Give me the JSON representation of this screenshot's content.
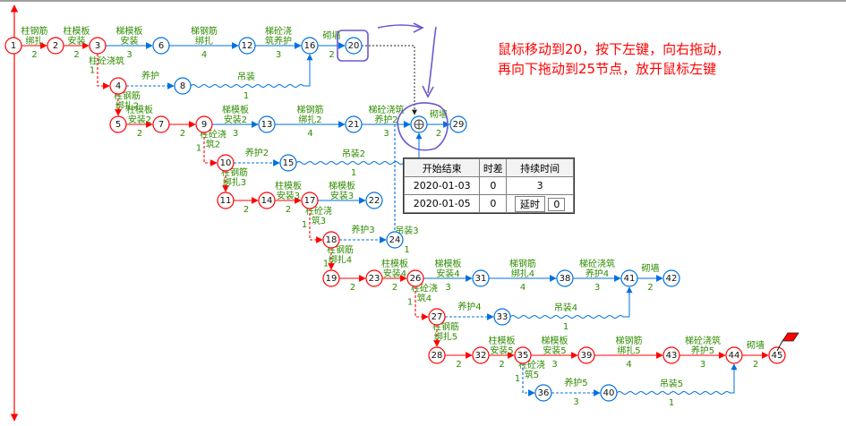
{
  "instruction": {
    "line1": "鼠标移动到20，按下左键，向右拖动，",
    "line2": "再向下拖动到25节点，放开鼠标左键"
  },
  "popup": {
    "headers": [
      "开始结束",
      "时差",
      "持续时间"
    ],
    "row1": {
      "date": "2020-01-03",
      "slack": "0",
      "duration": "3"
    },
    "row2": {
      "date": "2020-01-05",
      "slack": "0",
      "delay_label": "延时",
      "delay_value": "0"
    }
  },
  "colors": {
    "critical": "#ff0000",
    "normal": "#0070e0",
    "label": "#2e8b00",
    "sketch": "#6a5acd"
  },
  "nodes": [
    {
      "id": "1",
      "critical": true
    },
    {
      "id": "2",
      "critical": true
    },
    {
      "id": "3",
      "critical": true
    },
    {
      "id": "4",
      "critical": true
    },
    {
      "id": "5",
      "critical": true
    },
    {
      "id": "6",
      "critical": false
    },
    {
      "id": "7",
      "critical": true
    },
    {
      "id": "8",
      "critical": false
    },
    {
      "id": "9",
      "critical": true
    },
    {
      "id": "10",
      "critical": true
    },
    {
      "id": "11",
      "critical": true
    },
    {
      "id": "12",
      "critical": false
    },
    {
      "id": "13",
      "critical": false
    },
    {
      "id": "14",
      "critical": true
    },
    {
      "id": "15",
      "critical": false
    },
    {
      "id": "16",
      "critical": false
    },
    {
      "id": "17",
      "critical": true
    },
    {
      "id": "18",
      "critical": true
    },
    {
      "id": "19",
      "critical": true
    },
    {
      "id": "20",
      "critical": false
    },
    {
      "id": "21",
      "critical": false
    },
    {
      "id": "22",
      "critical": false
    },
    {
      "id": "23",
      "critical": true
    },
    {
      "id": "24",
      "critical": false
    },
    {
      "id": "25",
      "critical": false
    },
    {
      "id": "26",
      "critical": true
    },
    {
      "id": "27",
      "critical": true
    },
    {
      "id": "28",
      "critical": true
    },
    {
      "id": "29",
      "critical": false
    },
    {
      "id": "31",
      "critical": false
    },
    {
      "id": "32",
      "critical": true
    },
    {
      "id": "33",
      "critical": false
    },
    {
      "id": "35",
      "critical": true
    },
    {
      "id": "36",
      "critical": false
    },
    {
      "id": "38",
      "critical": false
    },
    {
      "id": "39",
      "critical": true
    },
    {
      "id": "40",
      "critical": false
    },
    {
      "id": "41",
      "critical": false
    },
    {
      "id": "42",
      "critical": false
    },
    {
      "id": "43",
      "critical": true
    },
    {
      "id": "44",
      "critical": true
    },
    {
      "id": "45",
      "critical": true
    }
  ],
  "tasks": [
    {
      "from": "1",
      "to": "2",
      "name": "柱钢筋绑扎",
      "duration": "2",
      "kind": "critical"
    },
    {
      "from": "2",
      "to": "3",
      "name": "柱模板安装",
      "duration": "2",
      "kind": "critical"
    },
    {
      "from": "3",
      "to": "6",
      "name": "梯模板安装",
      "duration": "3",
      "kind": "normal"
    },
    {
      "from": "6",
      "to": "12",
      "name": "梯钢筋绑扎",
      "duration": "4",
      "kind": "normal"
    },
    {
      "from": "12",
      "to": "16",
      "name": "梯砼浇筑养护",
      "duration": "3",
      "kind": "normal"
    },
    {
      "from": "16",
      "to": "20",
      "name": "砌墙",
      "duration": "2",
      "kind": "normal"
    },
    {
      "from": "3",
      "to": "4",
      "name": "柱砼浇筑",
      "duration": "1",
      "kind": "critical"
    },
    {
      "from": "4",
      "to": "8",
      "name": "养护",
      "duration": "",
      "kind": "dummy"
    },
    {
      "from": "8",
      "to": "16",
      "name": "吊装",
      "duration": "1",
      "kind": "wavy"
    },
    {
      "from": "4",
      "to": "5",
      "name": "柱钢筋绑扎2",
      "duration": "",
      "kind": "critical"
    },
    {
      "from": "5",
      "to": "7",
      "name": "柱模板安装2",
      "duration": "2",
      "kind": "critical"
    },
    {
      "from": "7",
      "to": "9",
      "name": "",
      "duration": "2",
      "kind": "critical"
    },
    {
      "from": "9",
      "to": "13",
      "name": "梯模板安装2",
      "duration": "3",
      "kind": "normal"
    },
    {
      "from": "13",
      "to": "21",
      "name": "梯钢筋绑扎2",
      "duration": "4",
      "kind": "normal"
    },
    {
      "from": "21",
      "to": "25",
      "name": "梯砼浇筑养护2",
      "duration": "3",
      "kind": "normal"
    },
    {
      "from": "25",
      "to": "29",
      "name": "砌墙",
      "duration": "2",
      "kind": "normal"
    },
    {
      "from": "9",
      "to": "10",
      "name": "柱砼浇筑2",
      "duration": "1",
      "kind": "critical"
    },
    {
      "from": "10",
      "to": "15",
      "name": "养护2",
      "duration": "",
      "kind": "dummy"
    },
    {
      "from": "15",
      "to": "25",
      "name": "吊装2",
      "duration": "1",
      "kind": "wavy"
    },
    {
      "from": "10",
      "to": "11",
      "name": "柱钢筋绑扎3",
      "duration": "",
      "kind": "critical"
    },
    {
      "from": "11",
      "to": "14",
      "name": "",
      "duration": "2",
      "kind": "critical"
    },
    {
      "from": "14",
      "to": "17",
      "name": "柱模板安装3",
      "duration": "2",
      "kind": "critical"
    },
    {
      "from": "17",
      "to": "22",
      "name": "梯模板安装3",
      "duration": "",
      "kind": "normal"
    },
    {
      "from": "17",
      "to": "18",
      "name": "柱砼浇筑3",
      "duration": "1",
      "kind": "critical"
    },
    {
      "from": "18",
      "to": "24",
      "name": "养护3",
      "duration": "",
      "kind": "dummy"
    },
    {
      "from": "24",
      "to": "25",
      "name": "吊装3",
      "duration": "1",
      "kind": "wavy"
    },
    {
      "from": "18",
      "to": "19",
      "name": "柱钢筋绑扎4",
      "duration": "1",
      "kind": "critical"
    },
    {
      "from": "19",
      "to": "23",
      "name": "",
      "duration": "2",
      "kind": "critical"
    },
    {
      "from": "23",
      "to": "26",
      "name": "柱模板安装4",
      "duration": "2",
      "kind": "critical"
    },
    {
      "from": "26",
      "to": "31",
      "name": "梯模板安装4",
      "duration": "3",
      "kind": "normal"
    },
    {
      "from": "31",
      "to": "38",
      "name": "梯钢筋绑扎4",
      "duration": "4",
      "kind": "normal"
    },
    {
      "from": "38",
      "to": "41",
      "name": "梯砼浇筑养护4",
      "duration": "3",
      "kind": "normal"
    },
    {
      "from": "41",
      "to": "42",
      "name": "砌墙",
      "duration": "2",
      "kind": "normal"
    },
    {
      "from": "26",
      "to": "27",
      "name": "柱砼浇筑4",
      "duration": "1",
      "kind": "critical"
    },
    {
      "from": "27",
      "to": "33",
      "name": "养护4",
      "duration": "",
      "kind": "dummy"
    },
    {
      "from": "33",
      "to": "41",
      "name": "吊装4",
      "duration": "1",
      "kind": "wavy"
    },
    {
      "from": "27",
      "to": "28",
      "name": "柱钢筋绑扎5",
      "duration": "",
      "kind": "critical"
    },
    {
      "from": "28",
      "to": "32",
      "name": "",
      "duration": "2",
      "kind": "critical"
    },
    {
      "from": "32",
      "to": "35",
      "name": "柱模板安装5",
      "duration": "2",
      "kind": "critical"
    },
    {
      "from": "35",
      "to": "39",
      "name": "梯模板安装5",
      "duration": "3",
      "kind": "critical"
    },
    {
      "from": "39",
      "to": "43",
      "name": "梯钢筋绑扎5",
      "duration": "4",
      "kind": "critical"
    },
    {
      "from": "43",
      "to": "44",
      "name": "梯砼浇筑养护5",
      "duration": "3",
      "kind": "critical"
    },
    {
      "from": "44",
      "to": "45",
      "name": "砌墙",
      "duration": "2",
      "kind": "critical"
    },
    {
      "from": "35",
      "to": "36",
      "name": "柱砼浇筑5",
      "duration": "1",
      "kind": "normal"
    },
    {
      "from": "36",
      "to": "40",
      "name": "养护5",
      "duration": "3",
      "kind": "dummy"
    },
    {
      "from": "40",
      "to": "44",
      "name": "吊装5",
      "duration": "1",
      "kind": "wavy"
    },
    {
      "from": "20",
      "to": "25",
      "name": "",
      "duration": "",
      "kind": "drag"
    }
  ]
}
